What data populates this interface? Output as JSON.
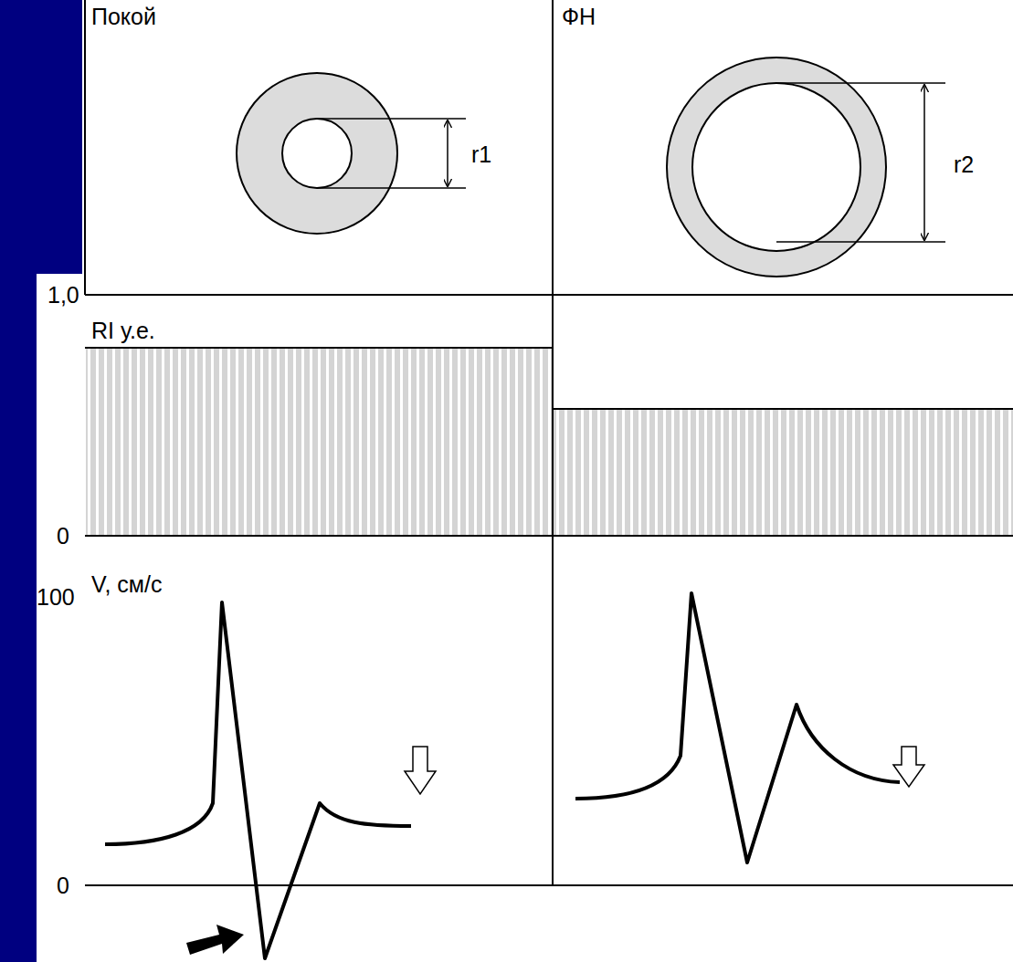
{
  "diagram": {
    "labels": [
      "Покой",
      "ФН",
      "r1",
      "r2",
      "1,0",
      "RI у.е.",
      "0",
      "100",
      "V, см/с",
      "0"
    ]
  }
}
